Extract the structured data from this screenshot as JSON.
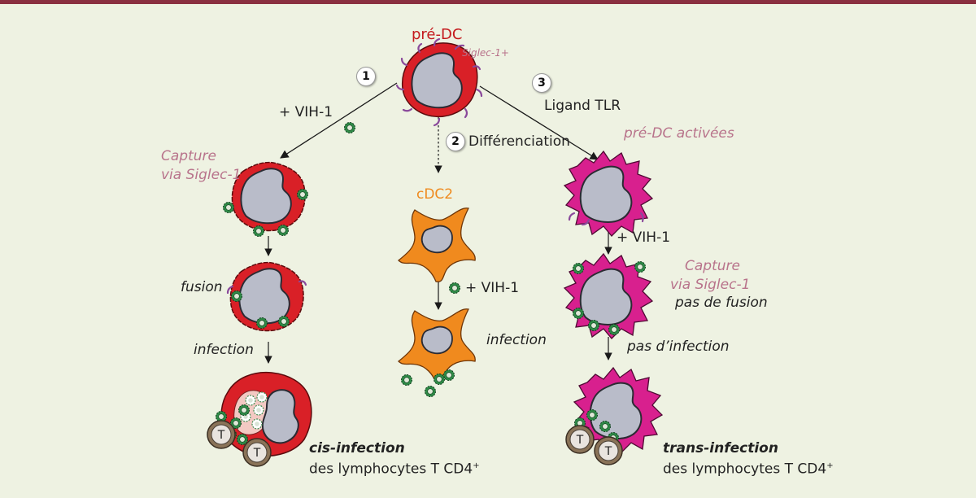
{
  "top_label": "pré-DC",
  "siglec_label": "Siglec-1+",
  "steps": [
    {
      "number": "1",
      "label": "+ VIH-1"
    },
    {
      "number": "2",
      "label": "Différenciation"
    },
    {
      "number": "3",
      "label": "Ligand TLR"
    }
  ],
  "left": {
    "capture_line1": "Capture",
    "capture_line2": "via Siglec-1",
    "fusion": "fusion",
    "infection": "infection",
    "result_title": "cis-infection",
    "result_sub": "des lymphocytes T CD4",
    "result_sup": "+"
  },
  "middle": {
    "cell_label": "cDC2",
    "virus_label": "+ VIH-1",
    "infection": "infection"
  },
  "right": {
    "activated_label": "pré-DC activées",
    "virus_label": "+ VIH-1",
    "capture_line1": "Capture",
    "capture_line2": "via Siglec-1",
    "no_fusion": "pas de fusion",
    "no_infection": "pas d’infection",
    "result_title": "trans-infection",
    "result_sub": "des lymphocytes T CD4",
    "result_sup": "+"
  },
  "tcell_label": "T",
  "colors": {
    "border": "#8a3040",
    "background": "#eef2e2",
    "pre_dc": "#d92027",
    "activated": "#d8208e",
    "cdc2": "#f08a1e",
    "nucleus": "#b9bcc9",
    "virus": "#2f8a47",
    "label_pink": "#b8738b",
    "label_red": "#c41a1d",
    "label_orange": "#ef8a1e",
    "tcell": "#8a7358"
  }
}
